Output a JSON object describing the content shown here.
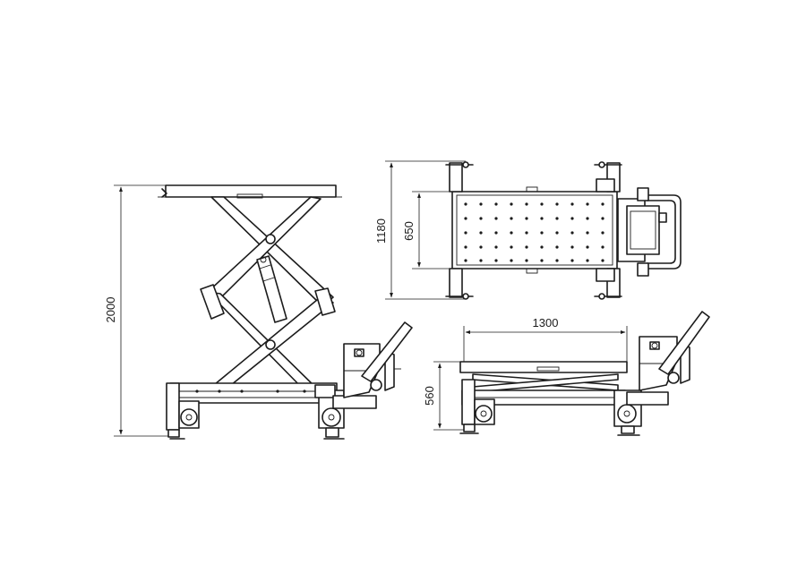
{
  "dimensions": {
    "max_height": "2000",
    "overall_width": "1180",
    "platform_width": "650",
    "platform_length": "1300",
    "min_height": "560"
  },
  "colors": {
    "line": "#1c1c1c",
    "background": "#ffffff"
  }
}
